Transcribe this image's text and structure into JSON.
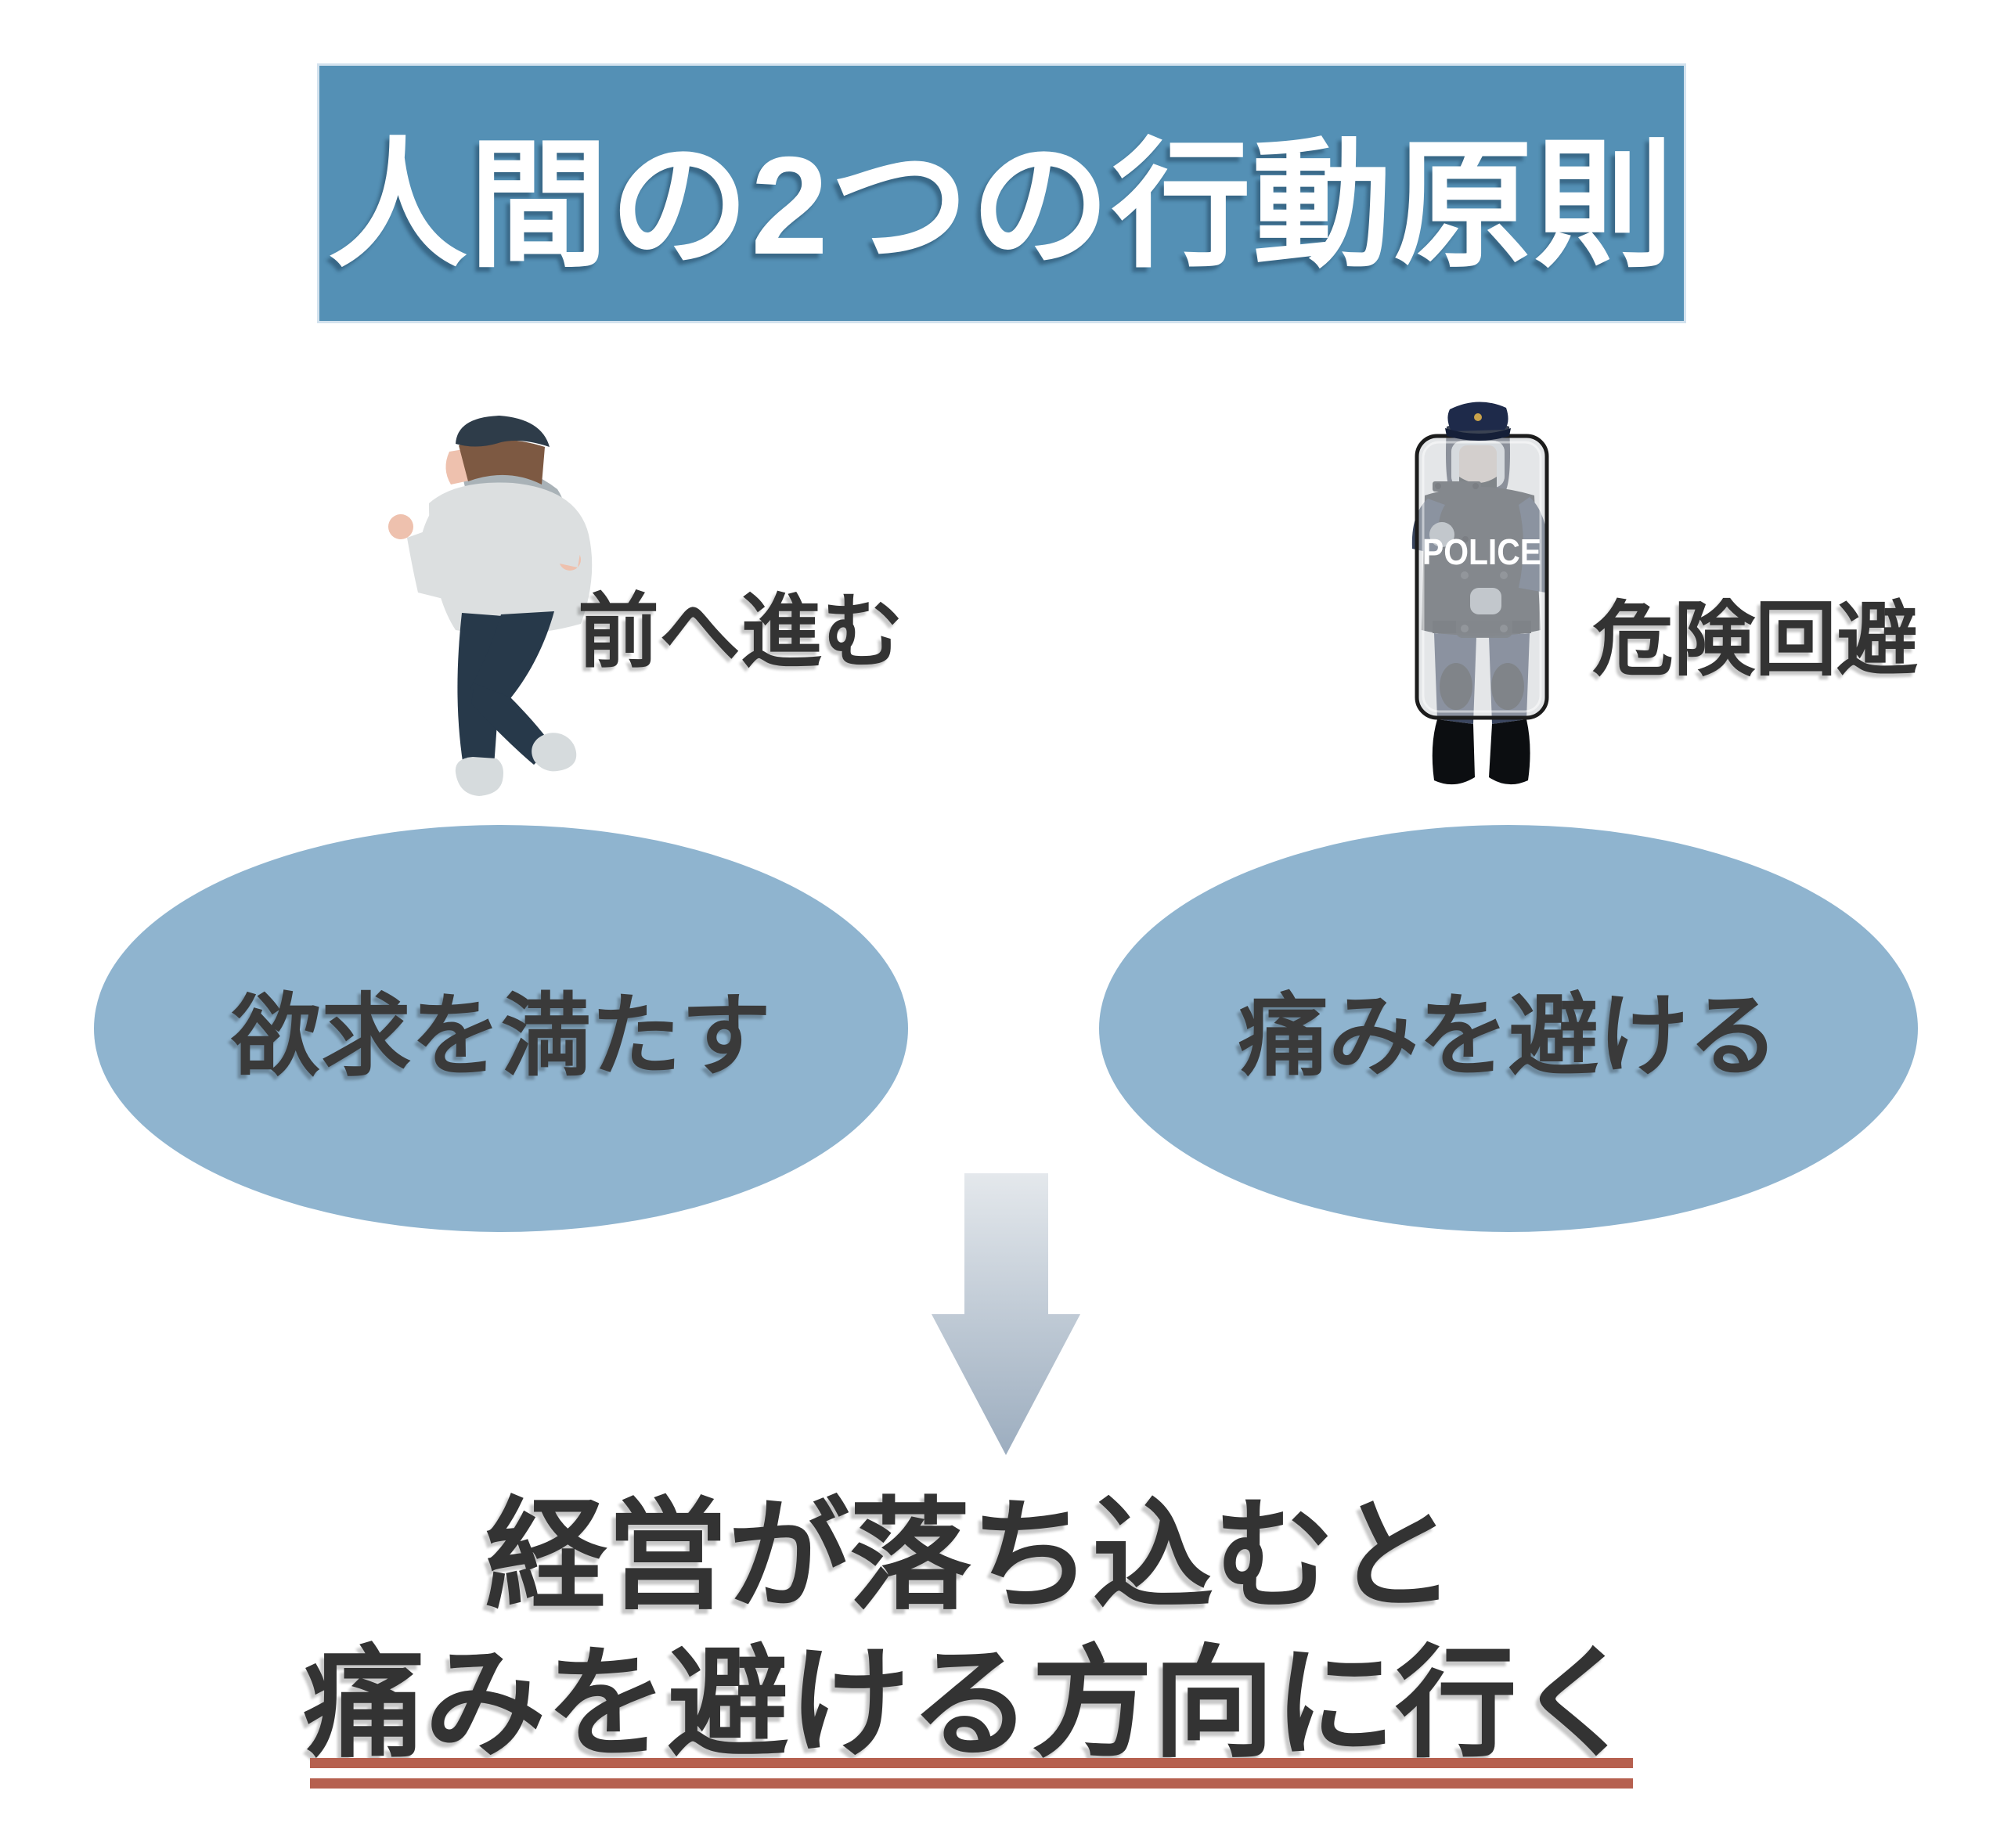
{
  "header": {
    "title": "人間の2つの行動原則"
  },
  "principles": {
    "forward": {
      "caption": "前へ進む",
      "bubble": "欲求を満たす",
      "illustration": "walking-person-icon"
    },
    "avoidance": {
      "caption": "危険回避",
      "bubble": "痛みを避ける",
      "shield_text": "POLICE",
      "illustration": "riot-police-icon"
    }
  },
  "conclusion": {
    "line1": "経営が落ち込むと",
    "line2": "痛みを避ける方向に行く"
  },
  "colors": {
    "banner_blue": "#5490b5",
    "ellipse_blue": "#8fb4cf",
    "underline_red": "#b6604f",
    "text_dark": "#333333",
    "title_white": "#ffffff",
    "arrow_gradient_top": "#e4e8ec",
    "arrow_gradient_bottom": "#9cadbf"
  }
}
